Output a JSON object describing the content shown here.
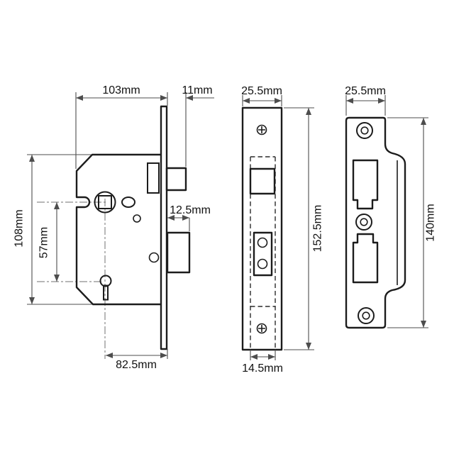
{
  "colors": {
    "background": "#ffffff",
    "outline": "#1c1c1c",
    "dimension_line": "#4d4d4d",
    "centerline": "#707070",
    "label_text": "#111111"
  },
  "views": {
    "lock_case": {
      "dimensions": {
        "case_depth": "103mm",
        "latch_projection": "11mm",
        "deadbolt_throw": "12.5mm",
        "case_height": "108mm",
        "follower_to_keyhole": "57mm",
        "backset": "82.5mm"
      }
    },
    "forend": {
      "dimensions": {
        "width": "25.5mm",
        "height": "152.5mm",
        "case_width": "14.5mm"
      }
    },
    "strike_plate": {
      "dimensions": {
        "width": "25.5mm",
        "height": "140mm"
      }
    }
  }
}
